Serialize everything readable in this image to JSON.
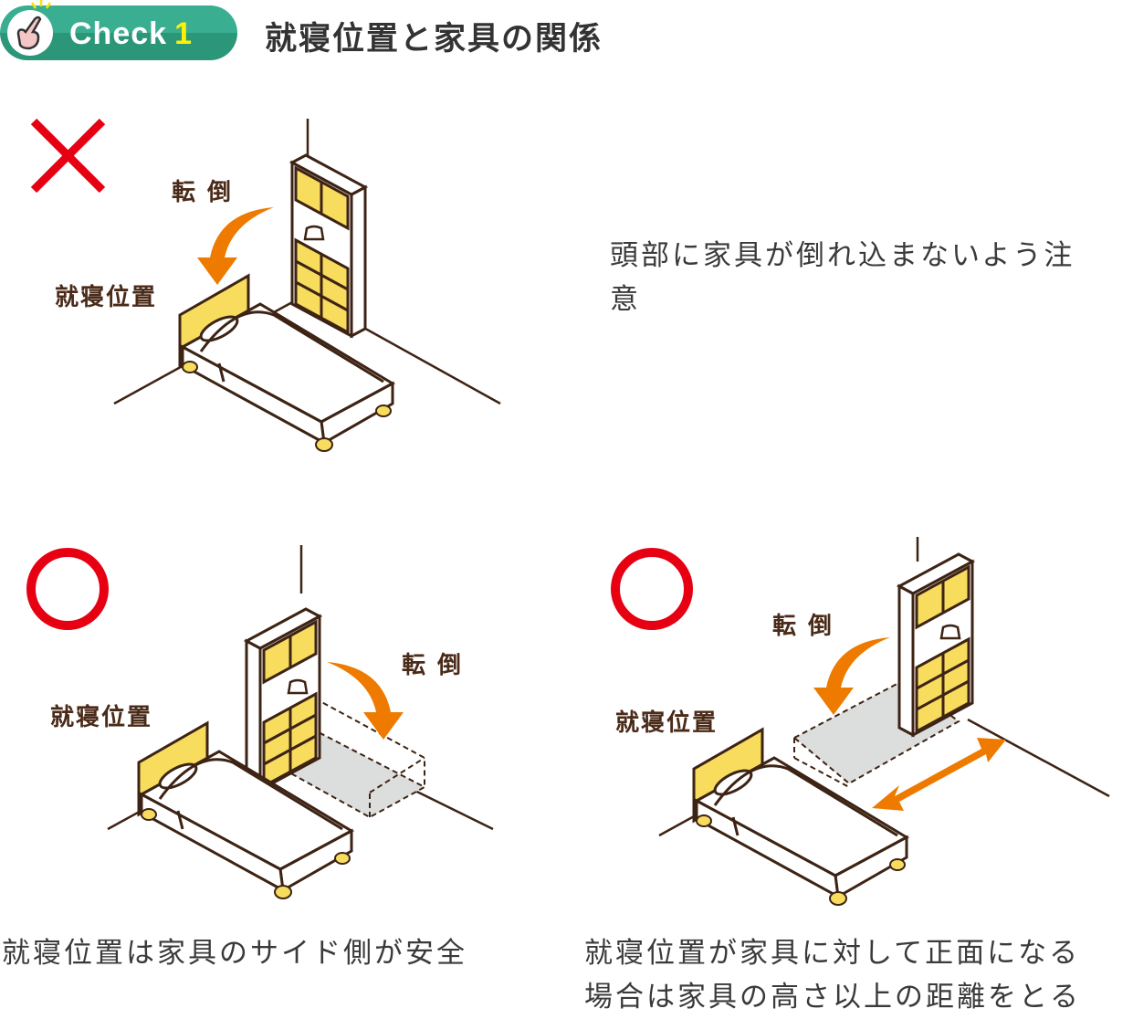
{
  "header": {
    "badge_word": "Check",
    "badge_number": "1",
    "title": "就寝位置と家具の関係"
  },
  "panels": [
    {
      "verdict": "bad",
      "label_fall": "転 倒",
      "label_bed": "就寝位置",
      "caption_lines": [
        "頭部に家具が倒れ込まないよう注",
        "意"
      ]
    },
    {
      "verdict": "good",
      "label_fall": "転 倒",
      "label_bed": "就寝位置",
      "caption_lines": [
        "就寝位置は家具のサイド側が安全"
      ]
    },
    {
      "verdict": "good",
      "label_fall": "転 倒",
      "label_bed": "就寝位置",
      "caption_lines": [
        "就寝位置が家具に対して正面になる",
        "場合は家具の高さ以上の距離をとる"
      ]
    }
  ],
  "colors": {
    "green": "#3aae91",
    "red": "#e60012",
    "orange": "#ee7a00",
    "yellow": "#f7dc5e",
    "brown": "#3d2314",
    "shade": "#dcdddd"
  }
}
